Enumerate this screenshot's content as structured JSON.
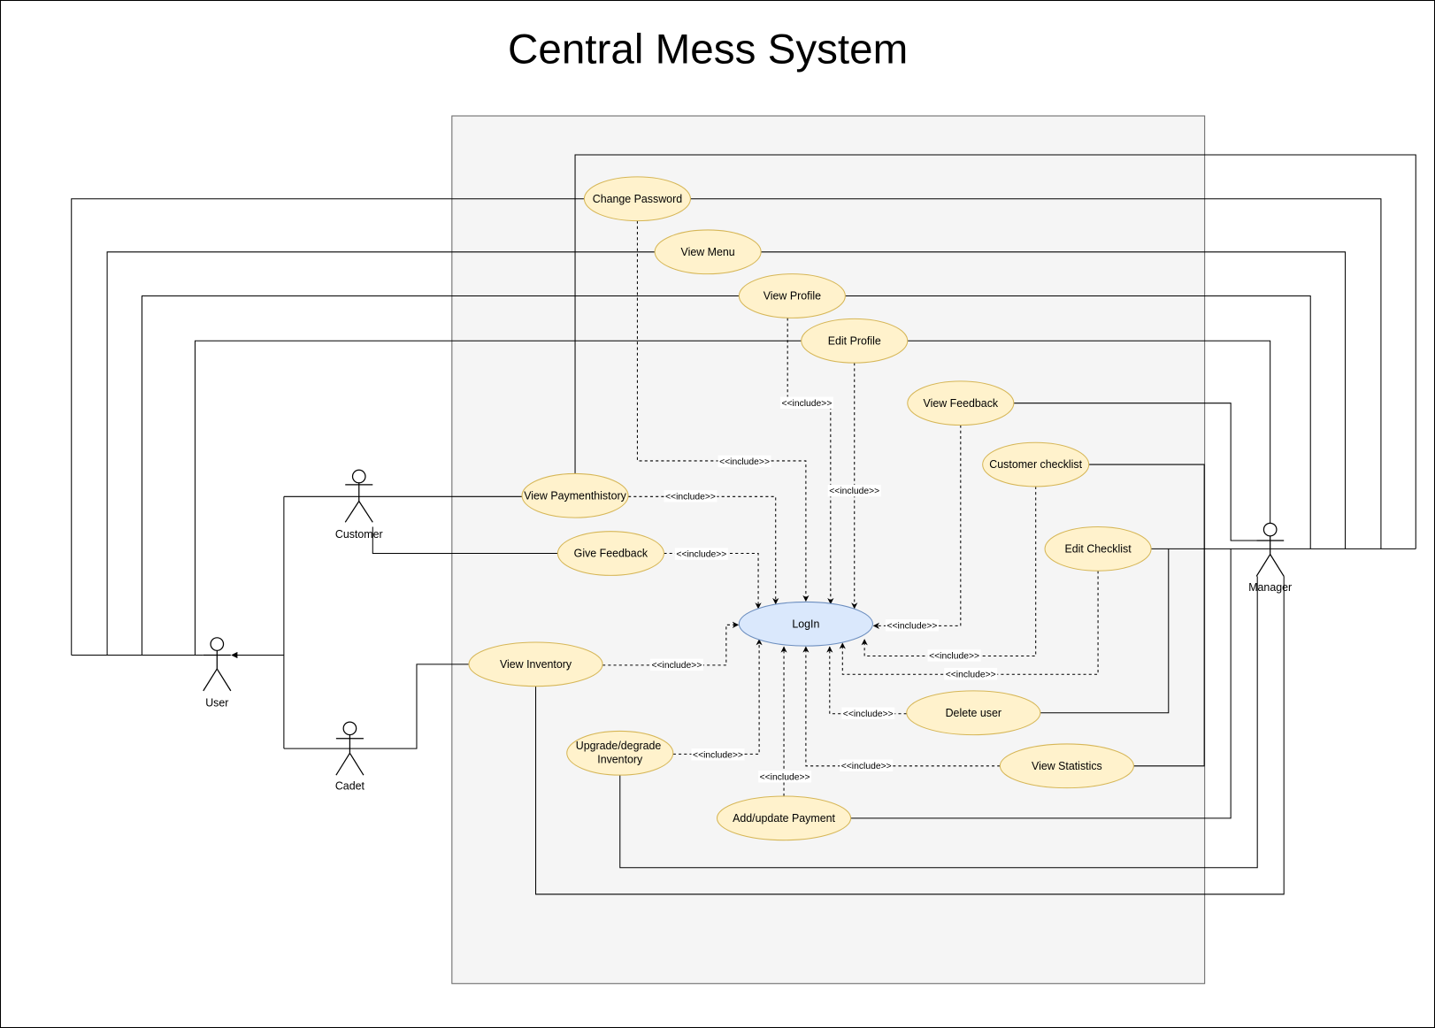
{
  "title": "Central Mess System",
  "colors": {
    "use_case_fill": "#fff2cc",
    "use_case_stroke": "#d6b656",
    "login_fill": "#dae8fc",
    "login_stroke": "#6c8ebf",
    "boundary_fill": "#f5f5f5",
    "boundary_stroke": "#666666"
  },
  "actors": {
    "customer": "Customer",
    "user": "User",
    "cadet": "Cadet",
    "manager": "Manager"
  },
  "use_cases": {
    "login": "LogIn",
    "change_password": "Change Password",
    "view_menu": "View Menu",
    "view_profile": "View Profile",
    "edit_profile": "Edit Profile",
    "view_feedback": "View Feedback",
    "customer_checklist": "Customer checklist",
    "edit_checklist": "Edit Checklist",
    "view_paymenthistory": "View Paymenthistory",
    "give_feedback": "Give Feedback",
    "view_inventory": "View Inventory",
    "upgrade_degrade_inventory": [
      "Upgrade/degrade",
      "Inventory"
    ],
    "add_update_payment": "Add/update Payment",
    "delete_user": "Delete user",
    "view_statistics": "View Statistics"
  },
  "include_labels": [
    "<<include>>",
    "<<include>>",
    "<<include>>",
    "<<include>>",
    "<<include>>",
    "<<include>>",
    "<<include>>",
    "<<include>>",
    "<<include>>",
    "<<include>>",
    "<<include>>",
    "<<include>>",
    "<<include>>"
  ]
}
